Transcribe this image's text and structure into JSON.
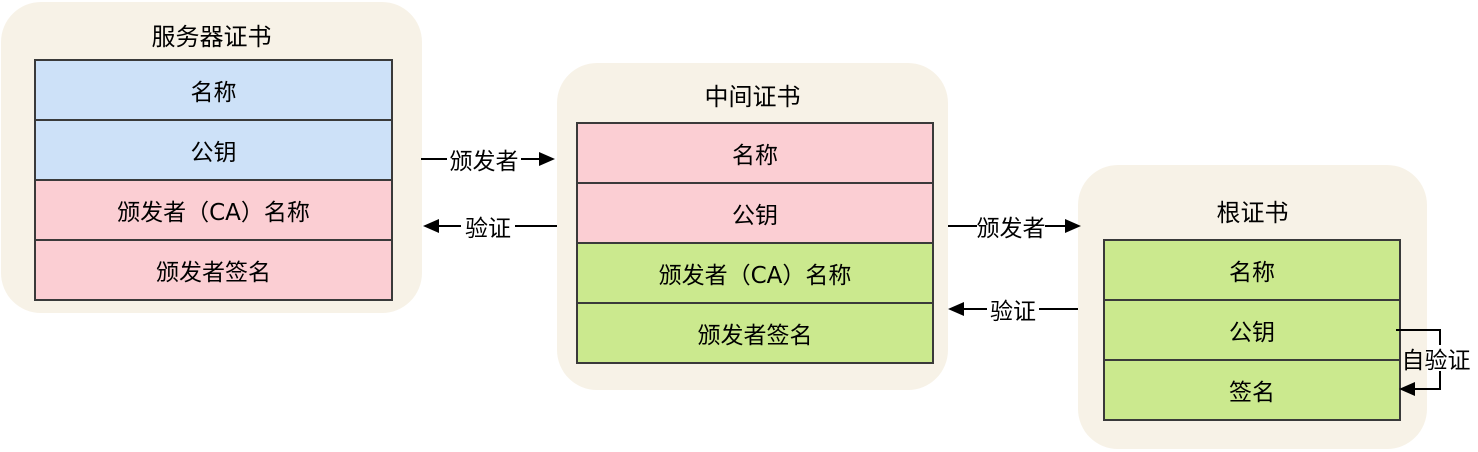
{
  "diagram": {
    "background_color": "#ffffff",
    "colors": {
      "container_bg": "#f7f2e7",
      "row_blue": "#cde1f8",
      "row_pink": "#fbced3",
      "row_green": "#cbe98e",
      "border": "#3a3a3a",
      "line": "#000000"
    },
    "certificates": [
      {
        "id": "server",
        "title": "服务器证书",
        "rows": [
          {
            "label": "名称",
            "color": "blue"
          },
          {
            "label": "公钥",
            "color": "blue"
          },
          {
            "label": "颁发者（CA）名称",
            "color": "pink"
          },
          {
            "label": "颁发者签名",
            "color": "pink"
          }
        ]
      },
      {
        "id": "intermediate",
        "title": "中间证书",
        "rows": [
          {
            "label": "名称",
            "color": "pink"
          },
          {
            "label": "公钥",
            "color": "pink"
          },
          {
            "label": "颁发者（CA）名称",
            "color": "green"
          },
          {
            "label": "颁发者签名",
            "color": "green"
          }
        ]
      },
      {
        "id": "root",
        "title": "根证书",
        "rows": [
          {
            "label": "名称",
            "color": "green"
          },
          {
            "label": "公钥",
            "color": "green"
          },
          {
            "label": "签名",
            "color": "green"
          }
        ]
      }
    ],
    "connectors": [
      {
        "id": "issuer-1",
        "label": "颁发者",
        "from": "intermediate",
        "to": "server",
        "arrow_points_to": "intermediate"
      },
      {
        "id": "verify-1",
        "label": "验证",
        "from": "intermediate",
        "to": "server",
        "arrow_points_to": "server"
      },
      {
        "id": "issuer-2",
        "label": "颁发者",
        "from": "root",
        "to": "intermediate",
        "arrow_points_to": "root"
      },
      {
        "id": "verify-2",
        "label": "验证",
        "from": "root",
        "to": "intermediate",
        "arrow_points_to": "intermediate"
      },
      {
        "id": "self-verify",
        "label": "自验证",
        "from": "root-public-key",
        "to": "root-signature",
        "arrow_points_to": "root-signature"
      }
    ]
  }
}
